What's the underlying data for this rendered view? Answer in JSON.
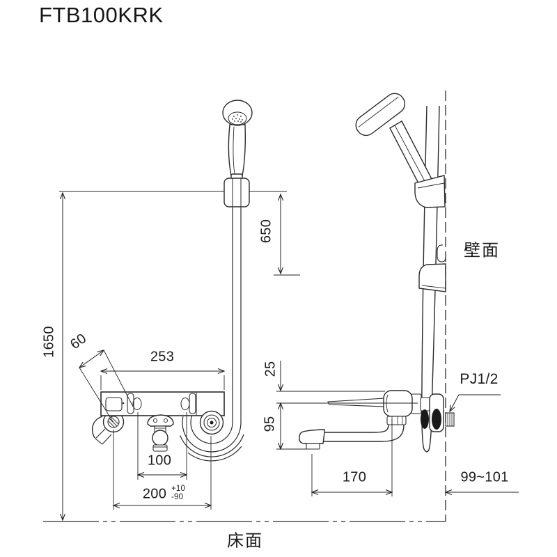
{
  "title": "FTB100KRK",
  "labels": {
    "wall": "壁面",
    "floor": "床面",
    "connection": "PJ1/2"
  },
  "dimensions": {
    "floor_to_holder": "1650",
    "holder_to_hook": "650",
    "body_width": "253",
    "diagonal_offset": "60",
    "handle_spacing": "100",
    "pipe_pitch": "200",
    "pitch_tol_plus": "+10",
    "pitch_tol_minus": "-90",
    "center_to_top": "25",
    "center_to_spout_bottom": "95",
    "spout_reach": "170",
    "wall_depth_range": "99~101"
  }
}
